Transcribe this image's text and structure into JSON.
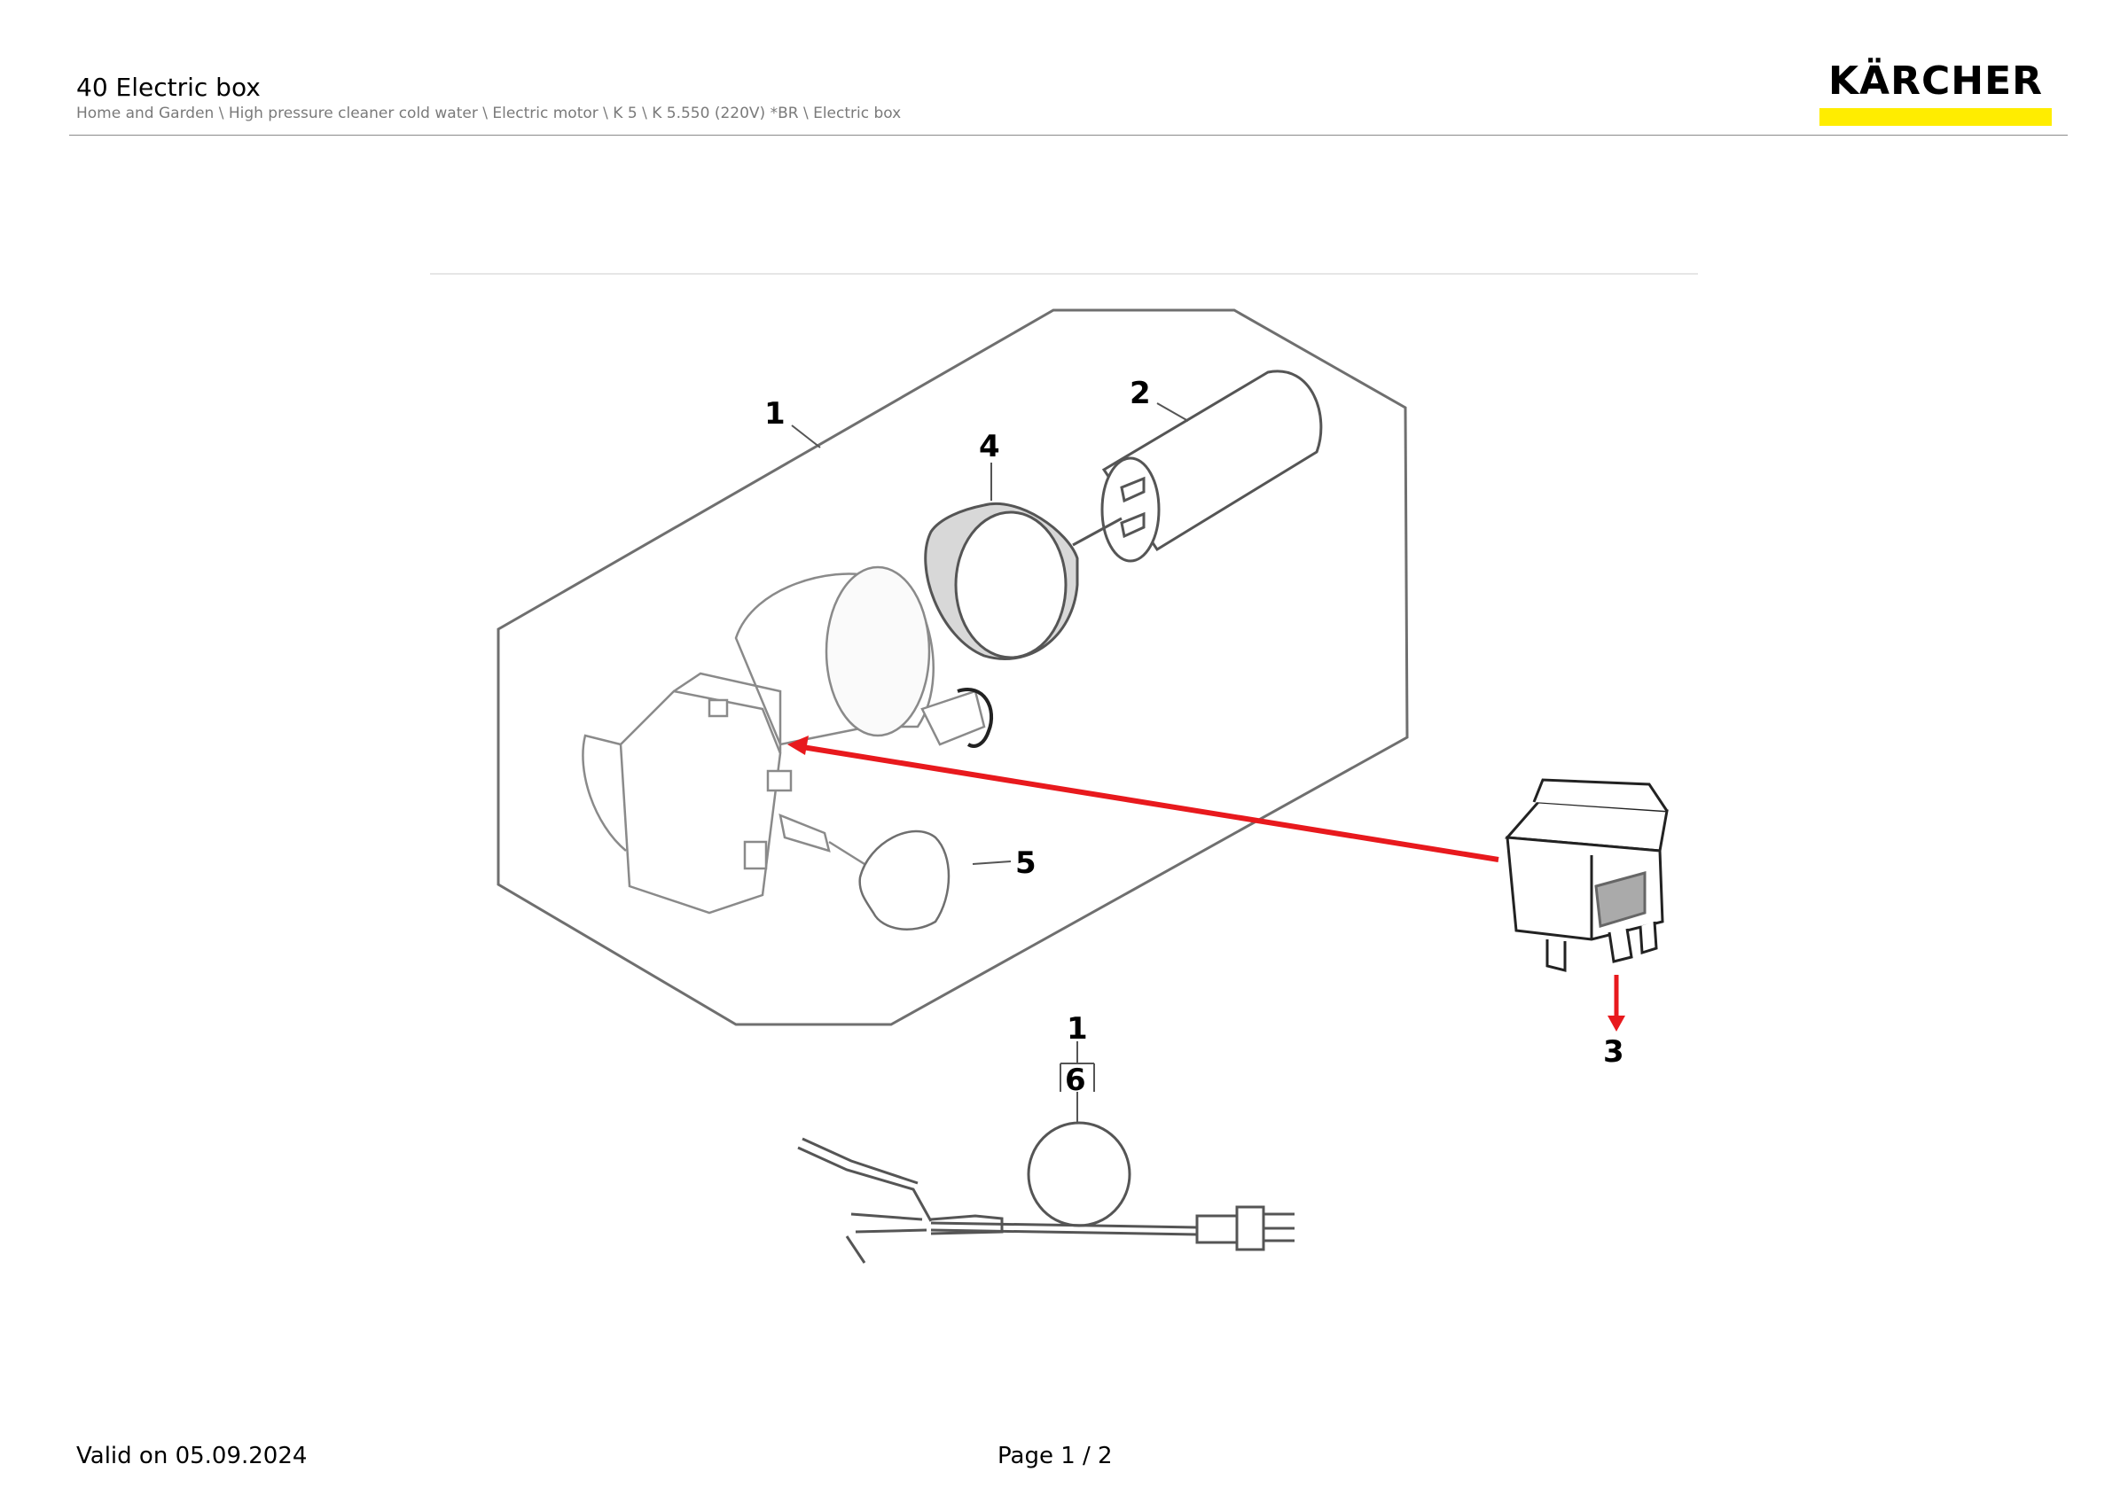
{
  "header": {
    "title": "40 Electric box",
    "breadcrumb": "Home and Garden \\ High pressure cleaner cold water \\ Electric motor \\ K 5 \\ K 5.550 (220V) *BR \\ Electric box",
    "logo_text": "KÄRCHER",
    "logo_bar_color": "#ffed00"
  },
  "drawing": {
    "callouts": {
      "c1_top": "1",
      "c2": "2",
      "c3": "3",
      "c4": "4",
      "c5": "5",
      "c1_bottom": "1",
      "c6": "6"
    },
    "arrow_color": "#e8191d"
  },
  "footer": {
    "valid": "Valid on 05.09.2024",
    "page": "Page 1 / 2"
  }
}
